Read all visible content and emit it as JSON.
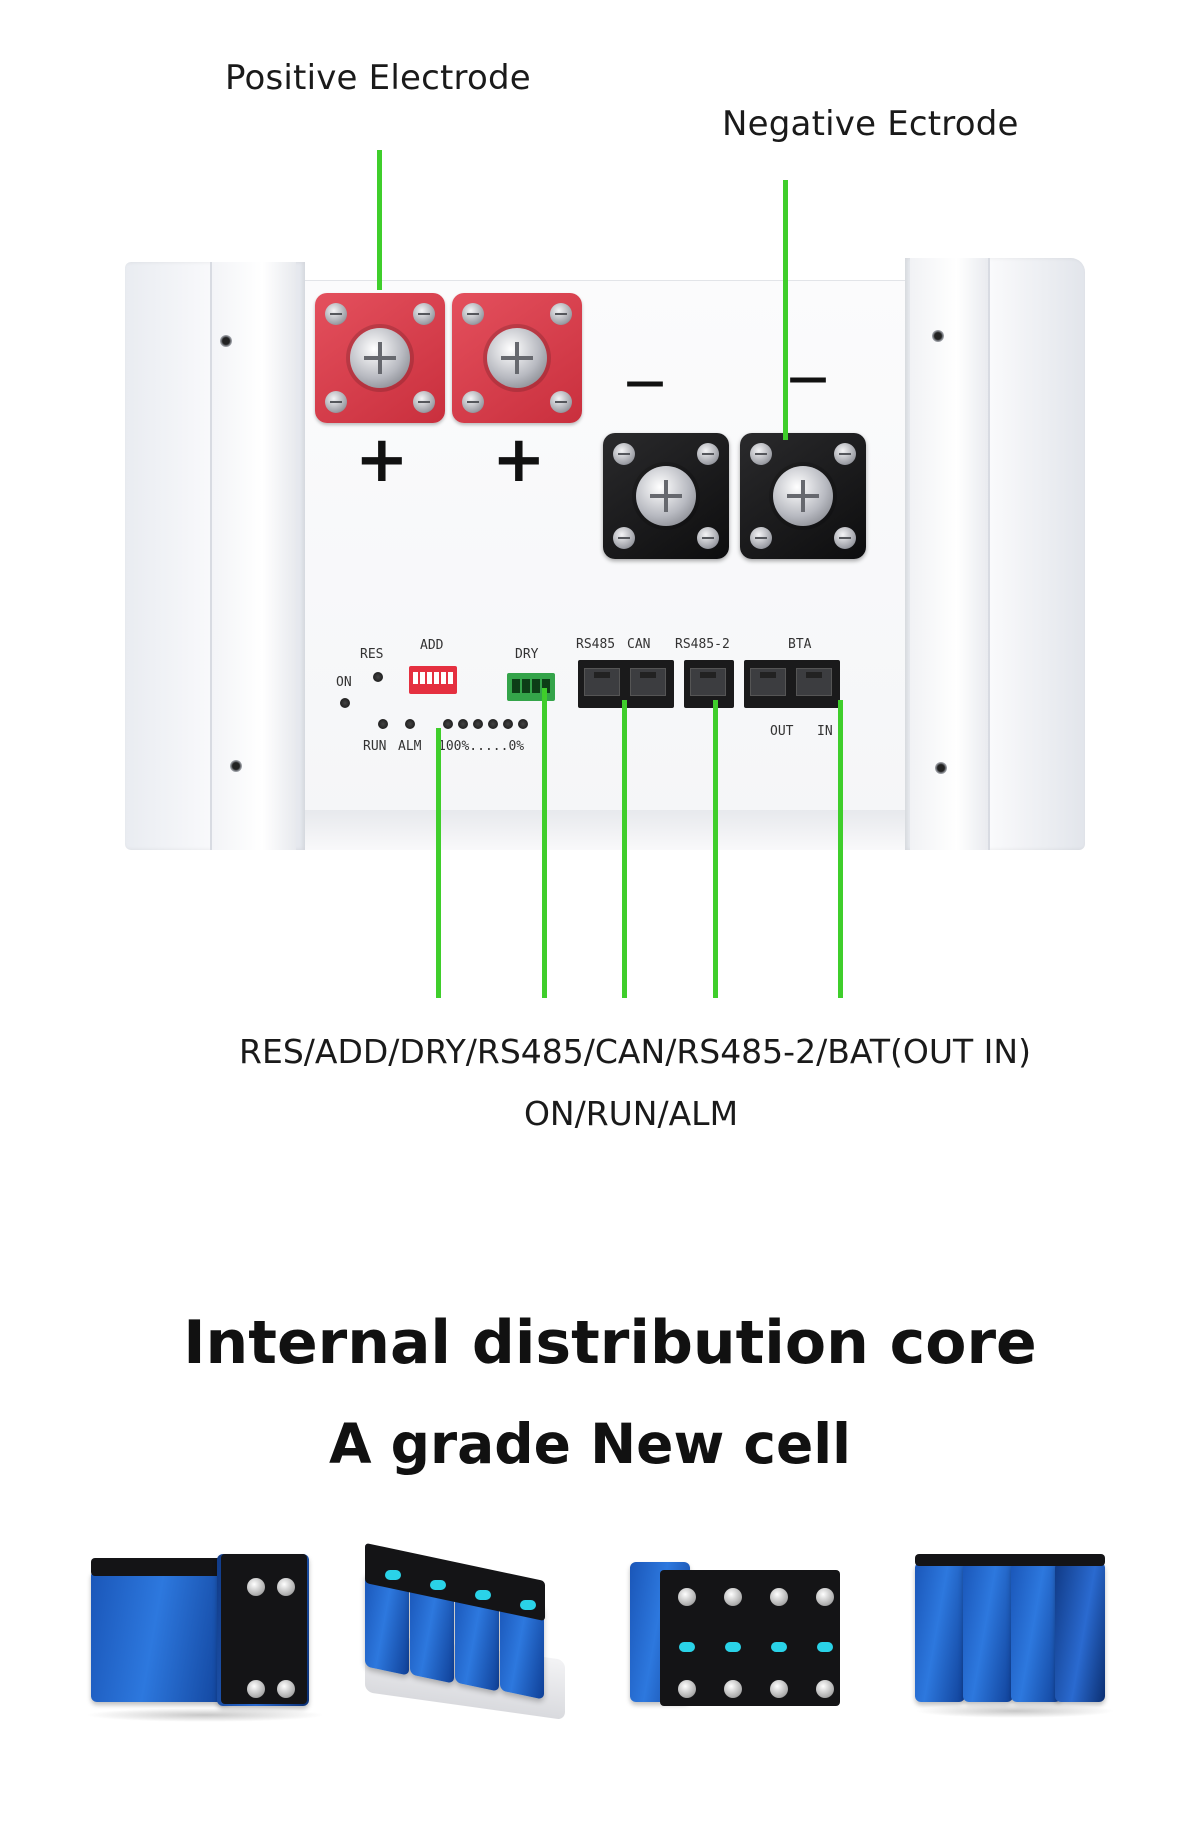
{
  "callouts": {
    "positive": "Positive Electrode",
    "negative": "Negative Ectrode"
  },
  "panel": {
    "plus_sign": "+",
    "minus_sign": "—",
    "labels": {
      "res": "RES",
      "add": "ADD",
      "dry": "DRY",
      "on": "ON",
      "run": "RUN",
      "alm": "ALM",
      "soc_scale": "100%.....0%",
      "rs485": "RS485",
      "can": "CAN",
      "rs485_2": "RS485-2",
      "bta": "BTA",
      "out": "OUT",
      "in": "IN"
    }
  },
  "caption": {
    "line1": "RES/ADD/DRY/RS485/CAN/RS485-2/BAT(OUT IN)",
    "line2": "ON/RUN/ALM"
  },
  "headings": {
    "title": "Internal distribution core",
    "subtitle": "A grade New cell"
  },
  "colors": {
    "leader_green": "#3fce2b",
    "terminal_red": "#d63a48",
    "cell_blue": "#1f5fc4"
  }
}
